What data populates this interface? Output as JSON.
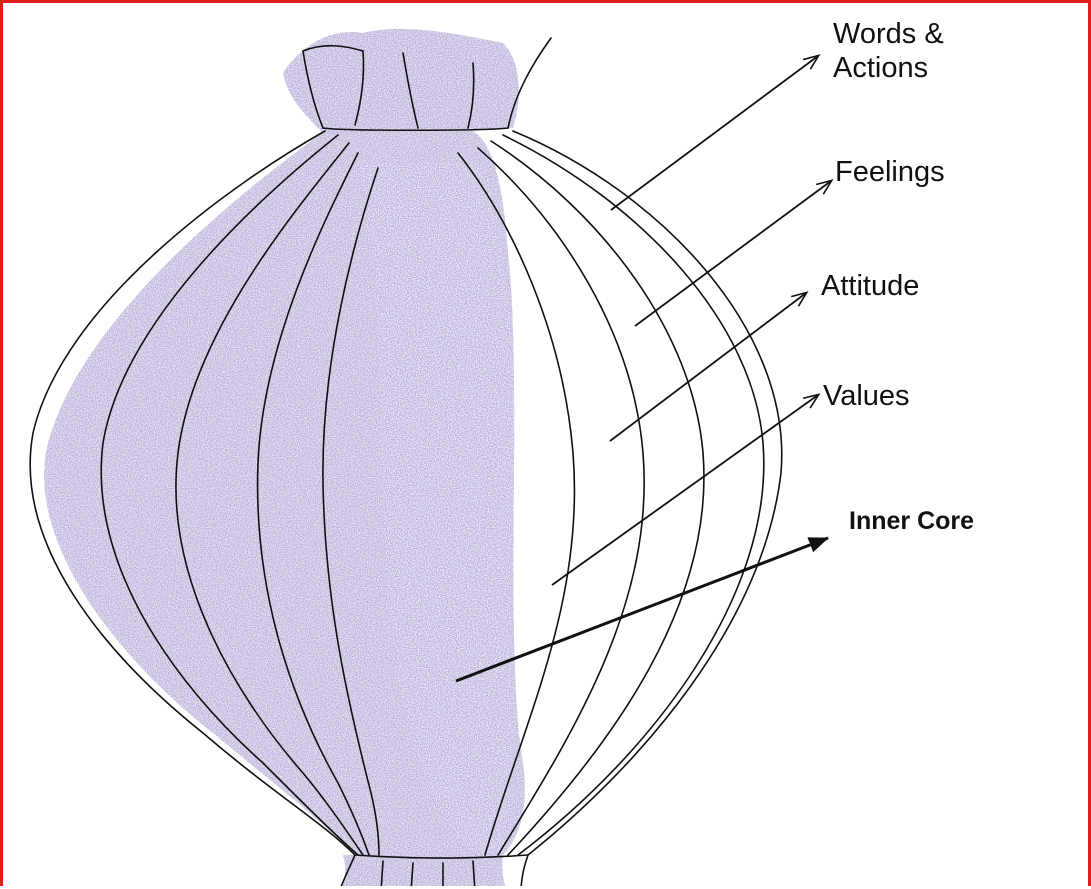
{
  "diagram": {
    "labels": {
      "words_actions": "Words &\nActions",
      "feelings": "Feelings",
      "attitude": "Attitude",
      "values": "Values",
      "inner_core": "Inner Core"
    },
    "colors": {
      "frame": "#e11d1d",
      "onion_fill": "#9a86c8",
      "line": "#111111"
    },
    "icons": [
      "onion-illustration",
      "arrow-icon"
    ]
  }
}
